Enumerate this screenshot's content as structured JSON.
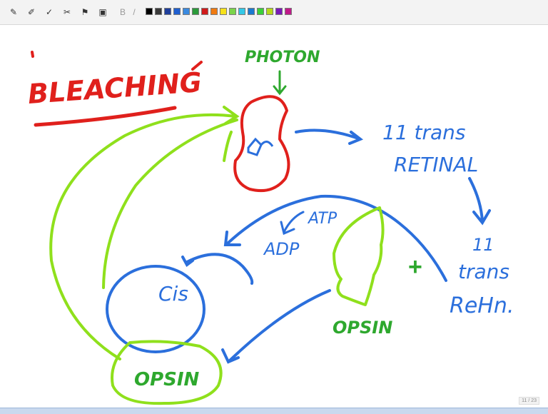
{
  "toolbar": {
    "tools": [
      {
        "name": "pen-tool-icon",
        "glyph": "✎"
      },
      {
        "name": "pen-style-icon",
        "glyph": "✐"
      },
      {
        "name": "highlighter-icon",
        "glyph": "✓"
      },
      {
        "name": "eraser-icon",
        "glyph": "✂"
      },
      {
        "name": "lasso-icon",
        "glyph": "⚑"
      },
      {
        "name": "insert-space-icon",
        "glyph": "▣"
      }
    ],
    "format_labels": {
      "bold": "B",
      "italic": "/"
    },
    "palette": [
      "#000000",
      "#3a3a3a",
      "#1f3f9b",
      "#1f5fd0",
      "#3a8ae0",
      "#2a9a3a",
      "#d01a1a",
      "#f07a10",
      "#f6e11a",
      "#7ad44a",
      "#34c8e6",
      "#1a7ad0",
      "#3ad03a",
      "#b8d81a",
      "#7a1ab8",
      "#c01a8a"
    ]
  },
  "diagram": {
    "title": "BLEACHING",
    "photon": "PHOTON",
    "all_trans_retinal": {
      "line1": "11 trans",
      "line2": "RETINAL"
    },
    "all_trans_retinol": {
      "line1": "11",
      "line2": "trans",
      "line3": "ReHn."
    },
    "cis": "Cis",
    "atp": "ATP",
    "adp": "ADP",
    "opsin_free": "OPSIN",
    "opsin_bottom": "OPSIN",
    "plus": "+"
  },
  "colors": {
    "red": "#e0201c",
    "green": "#2ea82e",
    "blue": "#2b6fdc",
    "lime": "#8fe01c"
  },
  "page_indicator": "11 / 23"
}
